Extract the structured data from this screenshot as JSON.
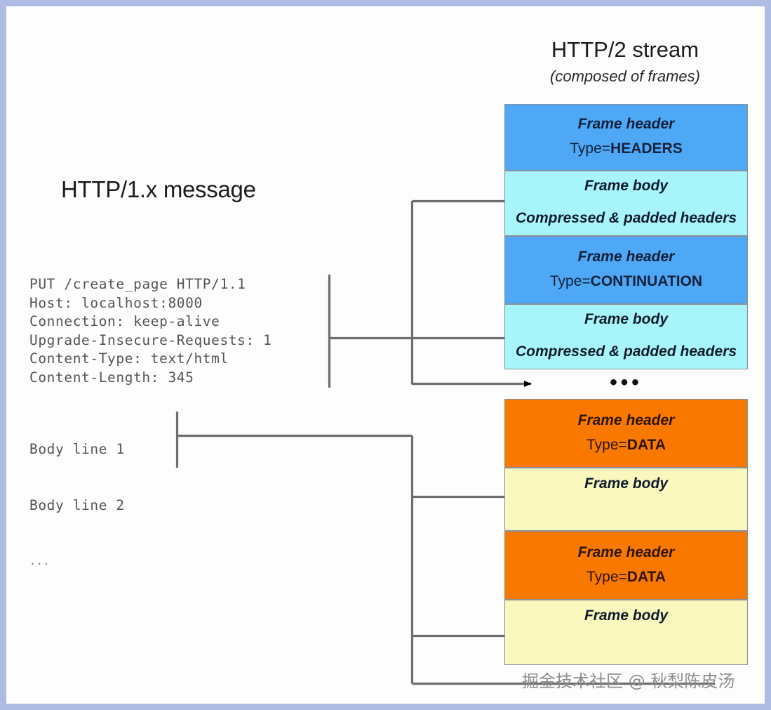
{
  "colors": {
    "page_border": "#aebbe3",
    "frame_blue_header": "#4fa8f5",
    "frame_blue_body": "#a7f5fb",
    "frame_orange_header": "#f97800",
    "frame_yellow_body": "#fbf8bf",
    "connector_line": "#6e6e6e",
    "mono_text": "#555555"
  },
  "left": {
    "title": "HTTP/1.x message",
    "headers_text": "PUT /create_page HTTP/1.1\nHost: localhost:8000\nConnection: keep-alive\nUpgrade-Insecure-Requests: 1\nContent-Type: text/html\nContent-Length: 345",
    "headers_lines": [
      "PUT /create_page HTTP/1.1",
      "Host: localhost:8000",
      "Connection: keep-alive",
      "Upgrade-Insecure-Requests: 1",
      "Content-Type: text/html",
      "Content-Length: 345"
    ],
    "body_lines": [
      "Body line 1",
      "Body line 2"
    ],
    "body_ellipsis": "..."
  },
  "right": {
    "title": "HTTP/2 stream",
    "subtitle": "(composed of frames)",
    "ellipsis": "•••",
    "frames": [
      {
        "header_label": "Frame header",
        "type_prefix": "Type=",
        "type_value": "HEADERS",
        "body_label": "Frame body",
        "body_detail": "Compressed & padded headers"
      },
      {
        "header_label": "Frame header",
        "type_prefix": "Type=",
        "type_value": "CONTINUATION",
        "body_label": "Frame body",
        "body_detail": "Compressed & padded headers"
      },
      {
        "header_label": "Frame header",
        "type_prefix": "Type=",
        "type_value": "DATA",
        "body_label": "Frame body",
        "body_detail": ""
      },
      {
        "header_label": "Frame header",
        "type_prefix": "Type=",
        "type_value": "DATA",
        "body_label": "Frame body",
        "body_detail": ""
      }
    ]
  },
  "watermark": {
    "text": "掘金技术社区 @ 秋梨陈皮汤"
  }
}
